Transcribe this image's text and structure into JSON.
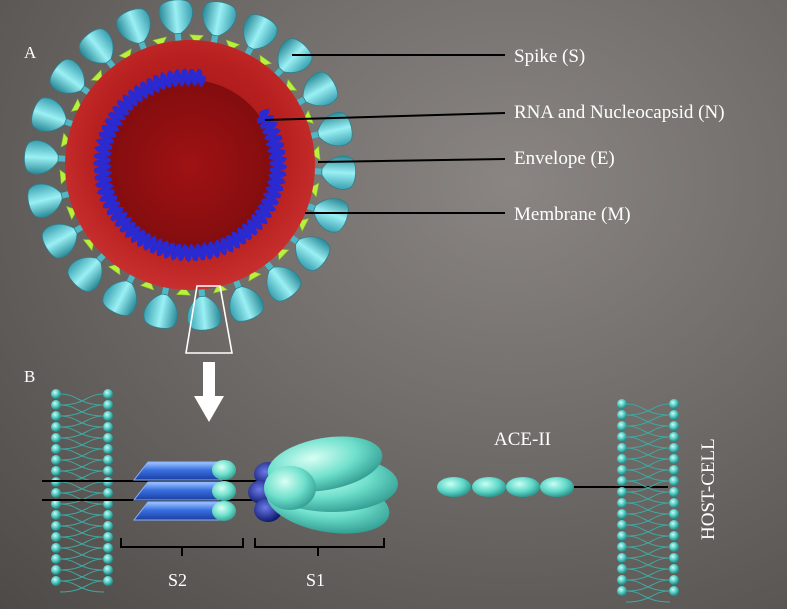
{
  "panels": {
    "a": "A",
    "b": "B"
  },
  "labels": {
    "spike": "Spike (S)",
    "rna": "RNA and Nucleocapsid (N)",
    "envelope": "Envelope (E)",
    "membrane": "Membrane (M)",
    "ace2": "ACE-II",
    "host_cell": "HOST-CELL",
    "s2": "S2",
    "s1": "S1"
  },
  "colors": {
    "virion_body": "#b01818",
    "rna": "#2a2ad0",
    "spike": "#5fd0d8",
    "envelope_protein": "#b8f040",
    "membrane_bead": "#4fc8c0",
    "s2_domain": "#3a6fe0",
    "s1_domain": "#6fe0cc",
    "ace2_bead": "#5fd8c8"
  }
}
